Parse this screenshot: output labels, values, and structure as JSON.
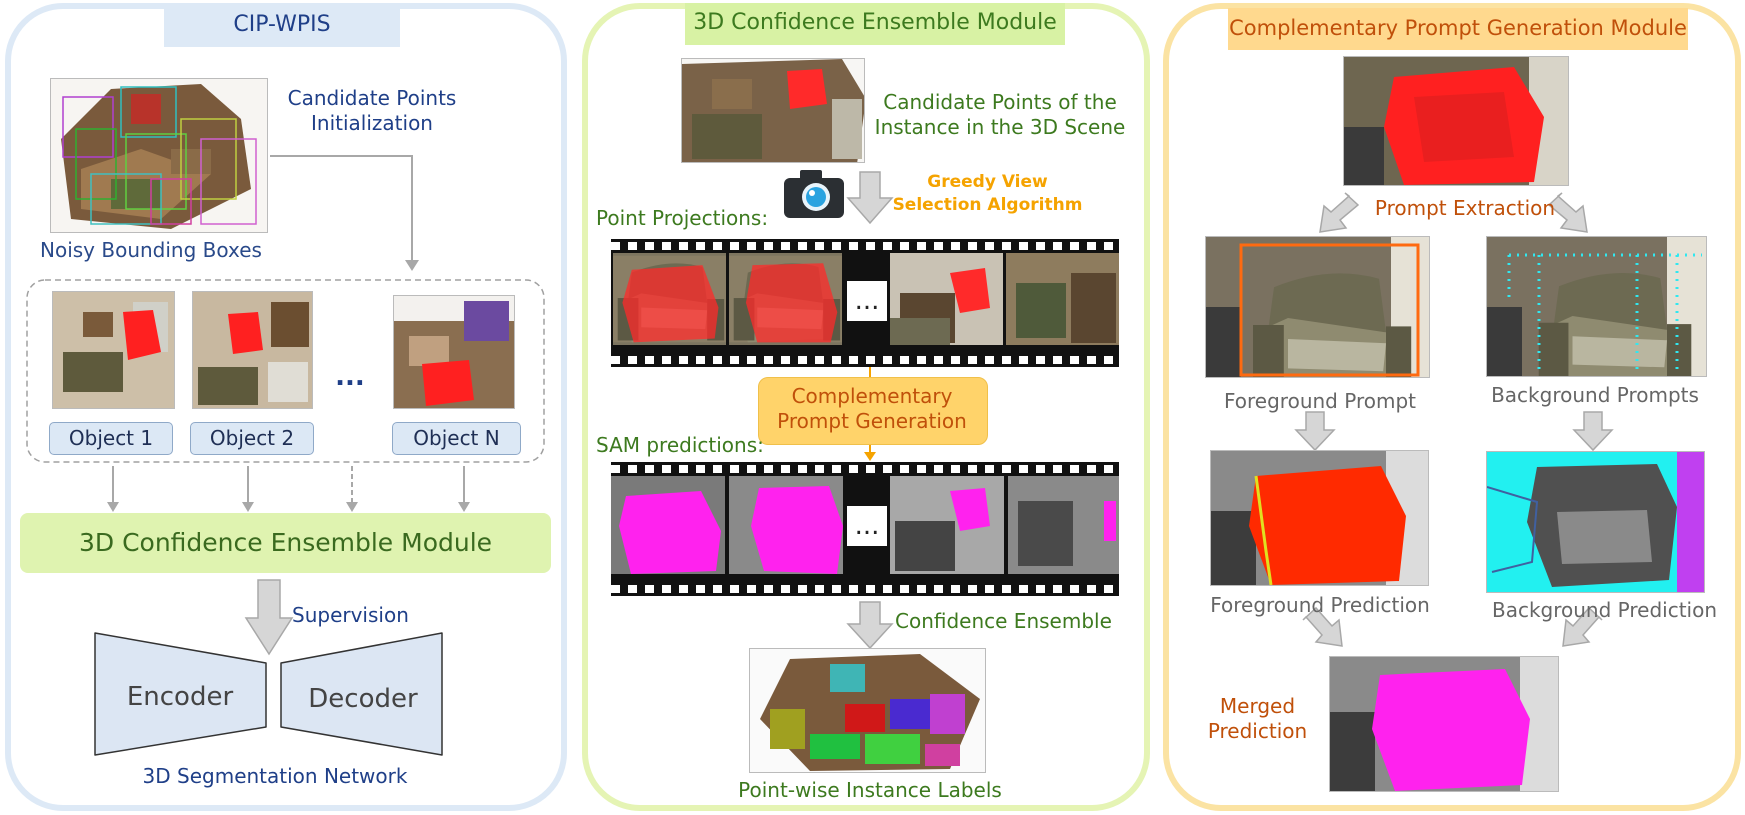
{
  "colors": {
    "panel1_border": "#dde9f6",
    "panel2_border": "#e5f4b4",
    "panel3_border": "#fbe3a3",
    "panel1_title_bg": "#dde9f6",
    "panel2_title_bg": "#d8f2a4",
    "panel3_title_bg": "#ffd98e",
    "navy": "#1f3f88",
    "green_text": "#3d7a1f",
    "orange_text": "#c0500a",
    "yellow_text": "#f5a300",
    "arrow_gray": "#b0b0b0",
    "cem_box": "#dff3b0",
    "cpg_box": "#ffd36a",
    "mask_pink": "#ff22ee",
    "mask_red": "#ff2a00",
    "bg_cyan": "#22f0f0"
  },
  "panel1": {
    "title": "CIP-WPIS",
    "candidate_init": "Candidate Points\nInitialization",
    "noisy_boxes": "Noisy Bounding Boxes",
    "objects": [
      "Object 1",
      "Object 2",
      "Object N"
    ],
    "ellipsis": "...",
    "cem_label": "3D Confidence Ensemble Module",
    "supervision": "Supervision",
    "encoder": "Encoder",
    "decoder": "Decoder",
    "network": "3D Segmentation Network"
  },
  "panel2": {
    "title": "3D Confidence Ensemble Module",
    "candidate_points": "Candidate Points of the\nInstance in the 3D Scene",
    "greedy": "Greedy View\nSelection Algorithm",
    "point_projections": "Point Projections:",
    "cpg_box": "Complementary\nPrompt Generation",
    "sam_predictions": "SAM predictions:",
    "ellipsis": "...",
    "confidence_ensemble": "Confidence Ensemble",
    "pointwise": "Point-wise Instance Labels",
    "camera_icon": "camera-icon"
  },
  "panel3": {
    "title": "Complementary Prompt Generation Module",
    "prompt_extraction": "Prompt Extraction",
    "fg_prompt": "Foreground Prompt",
    "bg_prompts": "Background Prompts",
    "fg_prediction": "Foreground Prediction",
    "bg_prediction": "Background Prediction",
    "merged": "Merged\nPrediction"
  }
}
